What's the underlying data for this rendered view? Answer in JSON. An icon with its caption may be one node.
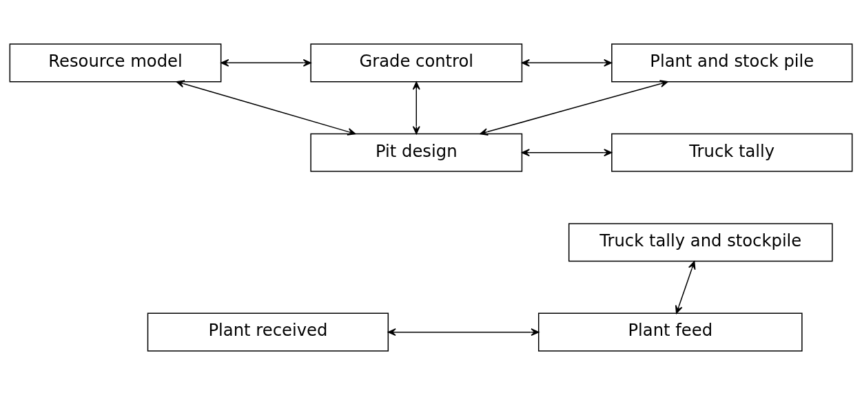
{
  "diagram": {
    "nodes": [
      {
        "text": [
          "Resource model"
        ]
      },
      {
        "text": [
          "Grade control"
        ]
      },
      {
        "text": [
          "Plant and stock pile"
        ]
      },
      {
        "text": [
          "Pit design"
        ]
      },
      {
        "text": [
          "Truck tally"
        ]
      },
      {
        "text": [
          "Truck tally and stockpile"
        ]
      },
      {
        "text": [
          "Plant received"
        ]
      },
      {
        "text": [
          "Plant feed"
        ]
      }
    ],
    "edges": [
      {
        "from": 0,
        "to": 1,
        "arrow": "both"
      },
      {
        "from": 1,
        "to": 2,
        "arrow": "both"
      },
      {
        "from": 0,
        "to": 3,
        "arrow": "both"
      },
      {
        "from": 1,
        "to": 3,
        "arrow": "both"
      },
      {
        "from": 2,
        "to": 3,
        "arrow": "both"
      },
      {
        "from": 3,
        "to": 4,
        "arrow": "both"
      },
      {
        "from": 5,
        "to": 7,
        "arrow": "both"
      },
      {
        "from": 6,
        "to": 7,
        "arrow": "both"
      }
    ]
  }
}
